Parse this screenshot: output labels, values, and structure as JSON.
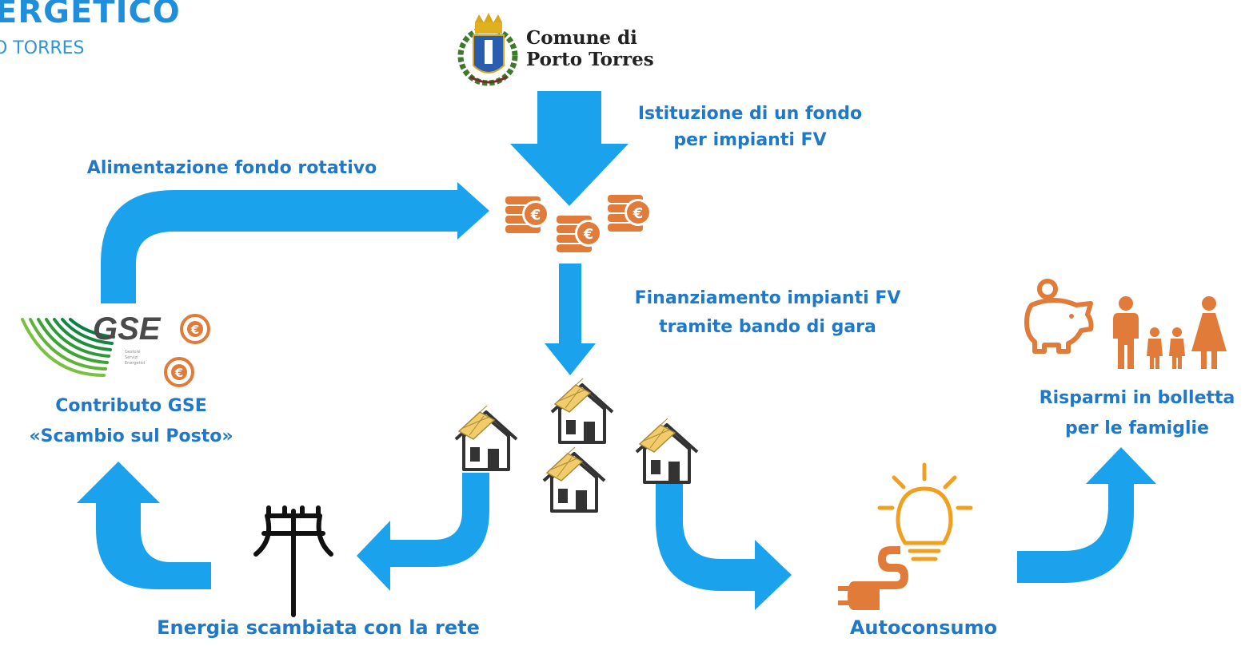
{
  "header": {
    "title": "ERGETICO",
    "subtitle": "O TORRES"
  },
  "comune": {
    "line1": "Comune di",
    "line2": "Porto Torres"
  },
  "gse": {
    "logo": "GSE",
    "sub": [
      "Gestore",
      "Servizi",
      "Energetici"
    ]
  },
  "labels": {
    "istituzione": [
      "Istituzione di un fondo",
      "per impianti FV"
    ],
    "alimentazione": "Alimentazione fondo rotativo",
    "finanziamento": [
      "Finanziamento impianti FV",
      "tramite bando di gara"
    ],
    "contributo": [
      "Contributo GSE",
      "«Scambio sul Posto»"
    ],
    "risparmi": [
      "Risparmi in bolletta",
      "per le famiglie"
    ],
    "energia": "Energia scambiata con la rete",
    "autoconsumo": "Autoconsumo"
  },
  "colors": {
    "arrow": "#1aa3ec",
    "label": "#1f78c8",
    "coin": "#e07b39",
    "icon": "#f0a020",
    "text": "#222222"
  },
  "icons": [
    "crest-icon",
    "coins-stack-icon",
    "house-solar-icon",
    "power-pole-icon",
    "lightbulb-icon",
    "plug-icon",
    "piggy-bank-icon",
    "family-icon",
    "euro-coin-icon"
  ]
}
